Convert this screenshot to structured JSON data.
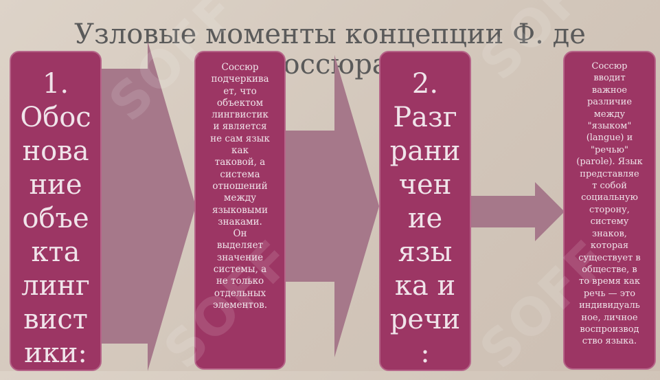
{
  "slide": {
    "title_line1": "Узловые моменты концепции Ф. де",
    "title_line2": "Соссюра:"
  },
  "boxes": {
    "box1_lines": [
      "1.",
      "Обос",
      "нова",
      "ние",
      "объе",
      "кта",
      "линг",
      "вист",
      "ики:"
    ],
    "box2_lines": [
      "Соссюр",
      "подчеркива",
      "ет, что",
      "объектом",
      "лингвистик",
      "и является",
      "не сам язык",
      "как",
      "таковой, а",
      "система",
      "отношений",
      "между",
      "языковыми",
      "знаками.",
      "Он",
      "выделяет",
      "значение",
      "системы, а",
      "не только",
      "отдельных",
      "элементов."
    ],
    "box3_lines": [
      "2.",
      "Разг",
      "рани",
      "чен",
      "ие",
      "язы",
      "ка и",
      "речи",
      ":"
    ],
    "box4_lines": [
      "Соссюр",
      "вводит",
      "важное",
      "различие",
      "между",
      "\"языком\"",
      "(langue) и",
      "\"речью\"",
      "(parole). Язык",
      "представляе",
      "т собой",
      "социальную",
      "сторону,",
      "систему",
      "знаков,",
      "которая",
      "существует в",
      "обществе, в",
      "то время как",
      "речь — это",
      "индивидуаль",
      "ное, личное",
      "воспроизвод",
      "ство языка."
    ]
  },
  "colors": {
    "box_fill": "#9c3664",
    "box_border": "#b66589",
    "arrow_fill": "#a6788a",
    "title_color": "#5a5a5a",
    "background": "#d8cdc2"
  },
  "watermark": {
    "text": "SOFF"
  }
}
